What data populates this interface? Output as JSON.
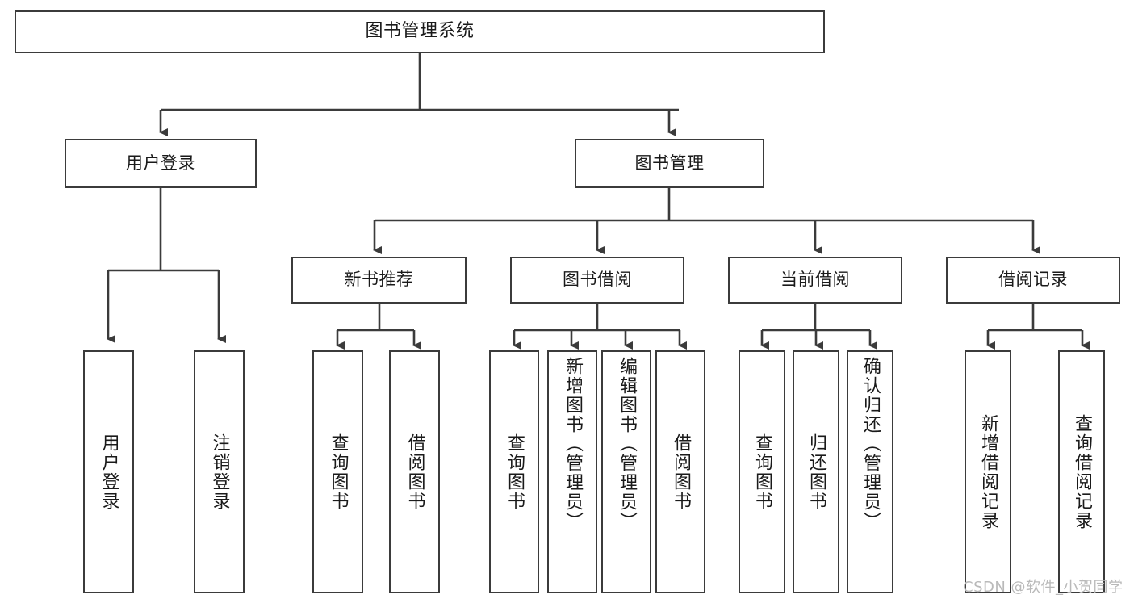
{
  "diagram": {
    "type": "tree",
    "title": "图书管理系统",
    "watermark": "CSDN @软件_小贺同学",
    "colors": {
      "stroke": "#3b3b3b",
      "fill": "#ffffff",
      "text": "#1a1a1a",
      "watermark": "#b9b9b9"
    },
    "nodes": {
      "root": {
        "label": "图书管理系统"
      },
      "level2": [
        {
          "label": "用户登录"
        },
        {
          "label": "图书管理"
        }
      ],
      "level3": [
        {
          "label": "新书推荐"
        },
        {
          "label": "图书借阅"
        },
        {
          "label": "当前借阅"
        },
        {
          "label": "借阅记录"
        }
      ],
      "leaves_user_login": [
        {
          "label": "用户登录"
        },
        {
          "label": "注销登录"
        }
      ],
      "leaves_new_book": [
        {
          "label": "查询图书"
        },
        {
          "label": "借阅图书"
        }
      ],
      "leaves_borrow": [
        {
          "label": "查询图书"
        },
        {
          "label": "新增图书（管理员）"
        },
        {
          "label": "编辑图书（管理员）"
        },
        {
          "label": "借阅图书"
        }
      ],
      "leaves_current": [
        {
          "label": "查询图书"
        },
        {
          "label": "归还图书"
        },
        {
          "label": "确认归还（管理员）"
        }
      ],
      "leaves_record": [
        {
          "label": "新增借阅记录"
        },
        {
          "label": "查询借阅记录"
        }
      ]
    }
  }
}
